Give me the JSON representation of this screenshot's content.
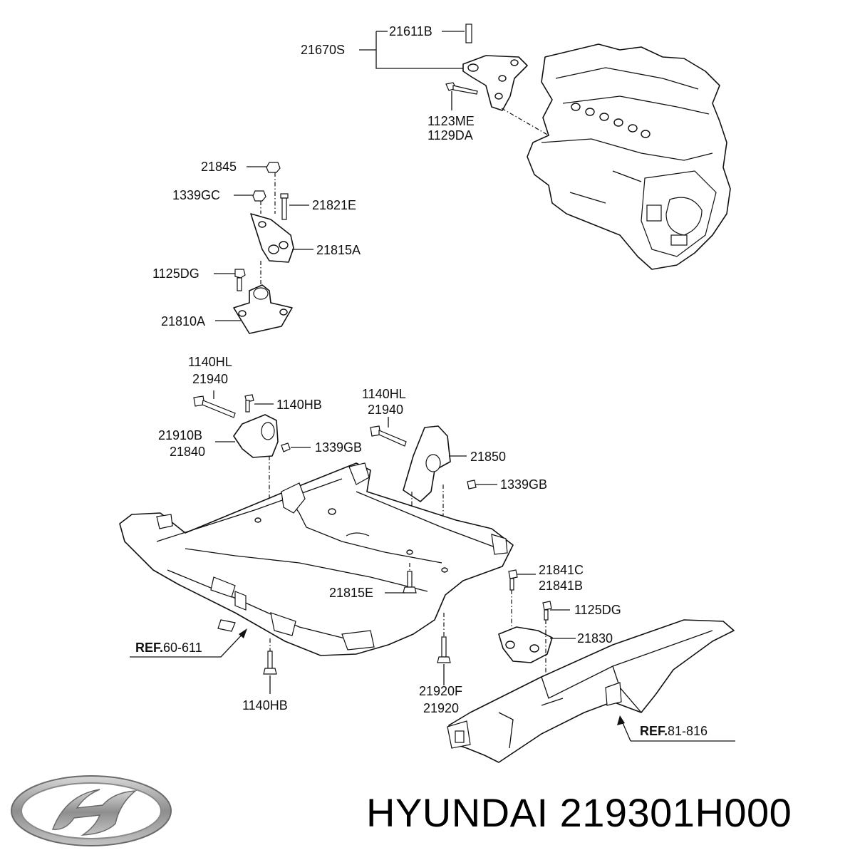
{
  "labels": {
    "l21611B": "21611B",
    "l21670S": "21670S",
    "l1123ME": "1123ME",
    "l1129DA": "1129DA",
    "l21845": "21845",
    "l1339GC": "1339GC",
    "l21821E": "21821E",
    "l21815A": "21815A",
    "l1125DG_a": "1125DG",
    "l21810A": "21810A",
    "l1140HL_a": "1140HL",
    "l21940_a": "21940",
    "l1140HB_a": "1140HB",
    "l21910B": "21910B",
    "l21840": "21840",
    "l1339GB_a": "1339GB",
    "l1140HL_b": "1140HL",
    "l21940_b": "21940",
    "l21850": "21850",
    "l1339GB_b": "1339GB",
    "l21841C": "21841C",
    "l21841B": "21841B",
    "l21815E": "21815E",
    "l1125DG_b": "1125DG",
    "l21830": "21830",
    "l1140HB_b": "1140HB",
    "l21920F": "21920F",
    "l21920": "21920"
  },
  "refs": {
    "r1_prefix": "REF.",
    "r1_num": "60-611",
    "r2_prefix": "REF.",
    "r2_num": "81-816"
  },
  "caption": "HYUNDAI 219301H000",
  "logo_icon": "hyundai-logo-icon",
  "colors": {
    "ink": "#111111",
    "logo_silver": "#9a9a9a"
  }
}
